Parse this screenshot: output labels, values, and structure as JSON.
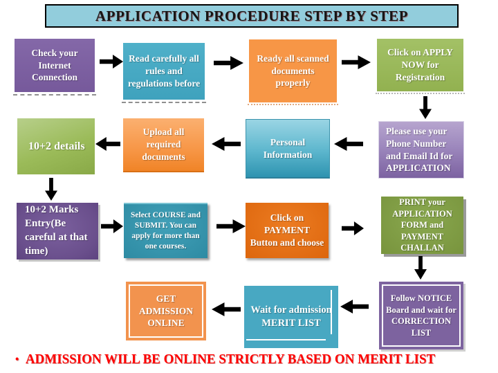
{
  "title": "APPLICATION PROCEDURE STEP BY STEP",
  "steps": [
    {
      "label": "Check your Internet Connection"
    },
    {
      "label": "Read carefully all rules and regulations before"
    },
    {
      "label": "Ready all scanned documents properly"
    },
    {
      "label": "Click on APPLY NOW for Registration"
    },
    {
      "label": "Please use your Phone Number and Email Id for APPLICATION"
    },
    {
      "label": "Personal Information"
    },
    {
      "label": "Upload all required documents"
    },
    {
      "label": "10+2 details"
    },
    {
      "label": "10+2 Marks Entry(Be careful at that time)"
    },
    {
      "label": "Select COURSE and SUBMIT. You can apply for more than one courses."
    },
    {
      "label": "Click on PAYMENT Button and choose"
    },
    {
      "label": "PRINT your APPLICATION FORM and PAYMENT CHALLAN"
    },
    {
      "label": "Follow NOTICE Board and wait for CORRECTION LIST"
    },
    {
      "label": "Wait for admission MERIT LIST"
    },
    {
      "label": "GET ADMISSION ONLINE"
    }
  ],
  "footer": {
    "bullet": "•",
    "text": "ADMISSION WILL BE ONLINE STRICTLY BASED ON MERIT LIST"
  },
  "colors": {
    "purple": "#8064A2",
    "teal": "#4BACC6",
    "orange": "#F79646",
    "green": "#9BBB59",
    "title_bg": "#92CDDC",
    "title_text": "#161616",
    "footer_text": "#FF0000",
    "arrow": "#000000"
  }
}
